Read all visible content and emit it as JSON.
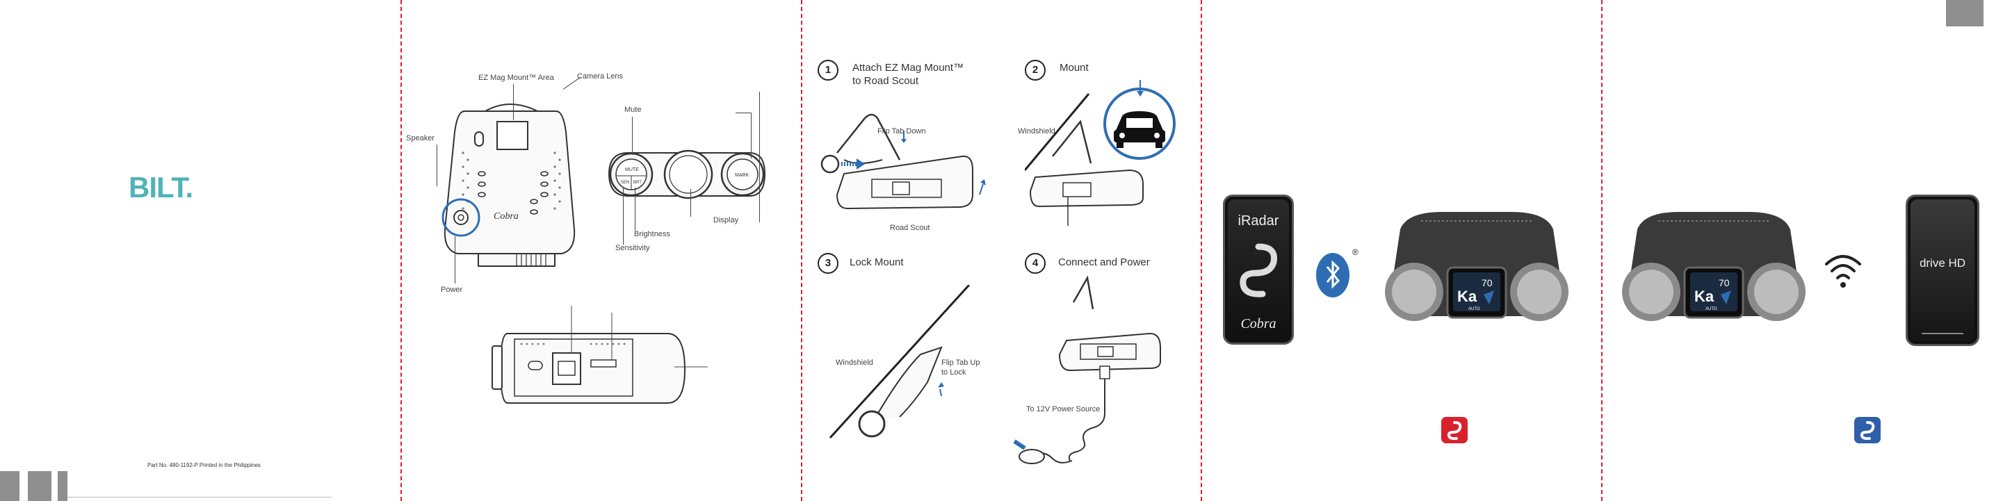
{
  "panel1": {
    "brand_logo": "BILT.",
    "brand_color": "#4fb3b8",
    "part_number": "Part No. 480-1192-P   Printed in the Philippines",
    "corner_tiles_color": "#8f8f8f"
  },
  "panel2": {
    "labels": {
      "ez_mag_mount_area": "EZ Mag Mount™ Area",
      "camera_lens": "Camera Lens",
      "speaker": "Speaker",
      "power": "Power",
      "mute": "Mute",
      "display": "Display",
      "brightness": "Brightness",
      "sensitivity": "Sensitivity"
    },
    "device_logo": "Cobra",
    "button_labels": {
      "mute": "MUTE",
      "sen": "SEN",
      "bright": "BRT",
      "mark": "MARK"
    }
  },
  "panel3": {
    "steps": [
      {
        "num": "1",
        "title_line1": "Attach EZ Mag Mount™",
        "title_line2": "to Road Scout"
      },
      {
        "num": "2",
        "title_line1": "Mount",
        "title_line2": ""
      },
      {
        "num": "3",
        "title_line1": "Lock Mount",
        "title_line2": ""
      },
      {
        "num": "4",
        "title_line1": "Connect and Power",
        "title_line2": ""
      }
    ],
    "labels": {
      "flip_tab_down": "Flip Tab Down",
      "road_scout": "Road Scout",
      "windshield_2": "Windshield",
      "windshield_3": "Windshield",
      "flip_tab_up_1": "Flip Tab Up",
      "flip_tab_up_2": "to Lock",
      "power_source": "To 12V Power Source"
    },
    "accent_color": "#2e6db4"
  },
  "panel4": {
    "phone_title": "iRadar",
    "phone_brand": "Cobra",
    "registered_mark": "®",
    "detector_readout": {
      "band": "Ka",
      "speed": "70",
      "mode": "AUTO"
    },
    "app_icon_color": "#d9212e"
  },
  "panel5": {
    "detector_readout": {
      "band": "Ka",
      "speed": "70",
      "mode": "AUTO"
    },
    "phone_title": "drive HD",
    "app_icon_color": "#2f5fa8",
    "corner_tile_color": "#8f8f8f"
  },
  "colors": {
    "divider": "#d9212e"
  }
}
